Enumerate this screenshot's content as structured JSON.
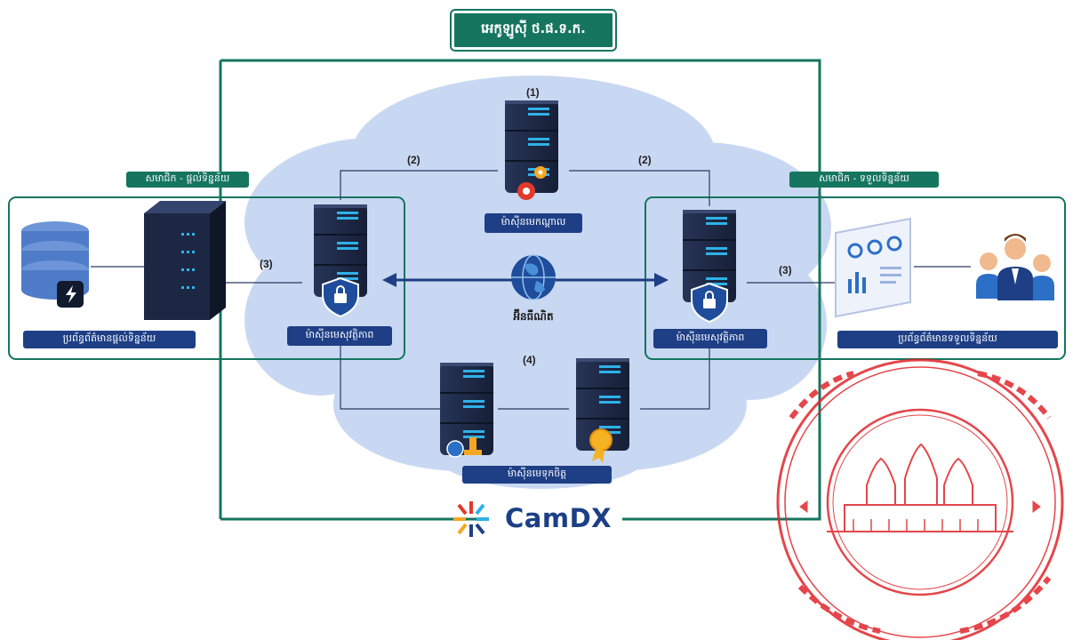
{
  "title": "អេកូឡូស៊ី ថ.ផ.ទ.ក.",
  "steps": {
    "step1": "(1)",
    "step2_left": "(2)",
    "step2_right": "(2)",
    "step3_left": "(3)",
    "step3_right": "(3)",
    "step4": "(4)"
  },
  "labels": {
    "member_provider": "សមាជិក - ផ្តល់ទិន្នន័យ",
    "member_consumer": "សមាជិក - ទទួលទិន្នន័យ",
    "central_server": "ម៉ាស៊ីនមេកណ្តាល",
    "security_server_left": "ម៉ាស៊ីនមេសុវត្ថិភាព",
    "security_server_right": "ម៉ាស៊ីនមេសុវត្ថិភាព",
    "internet": "អ៊ីនធឺណិត",
    "trust_services": "ម៉ាស៊ីនមេទុកចិត្ត",
    "provider_system": "ប្រព័ន្ធព័ត៌មានផ្តល់ទិន្នន័យ",
    "consumer_system": "ប្រព័ន្ធព័ត៌មានទទួលទិន្នន័យ"
  },
  "brand": {
    "name": "CamDX"
  },
  "colors": {
    "navy": "#1e3f86",
    "teal": "#16755f",
    "cloud": "#c9d8f2",
    "stamp": "#e0262c",
    "server_dark": "#1f2a44",
    "server_accent": "#2fb1e8"
  }
}
